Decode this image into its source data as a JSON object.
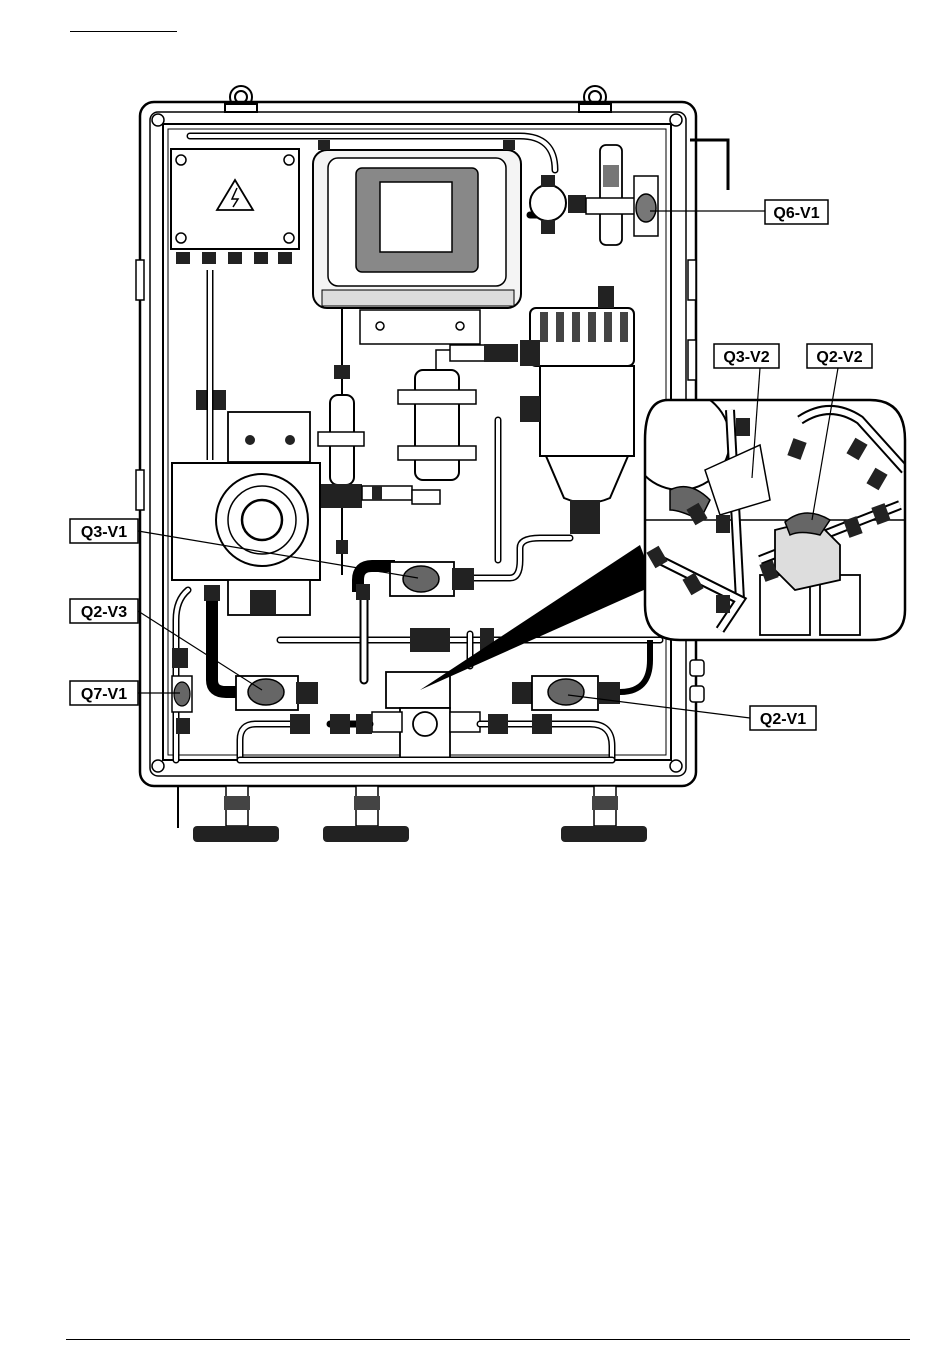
{
  "diagram": {
    "title": "",
    "callouts": {
      "q6_v1": "Q6-V1",
      "q3_v2": "Q3-V2",
      "q2_v2": "Q2-V2",
      "q3_v1": "Q3-V1",
      "q2_v3": "Q2-V3",
      "q7_v1": "Q7-V1",
      "q2_v1": "Q2-V1"
    }
  }
}
